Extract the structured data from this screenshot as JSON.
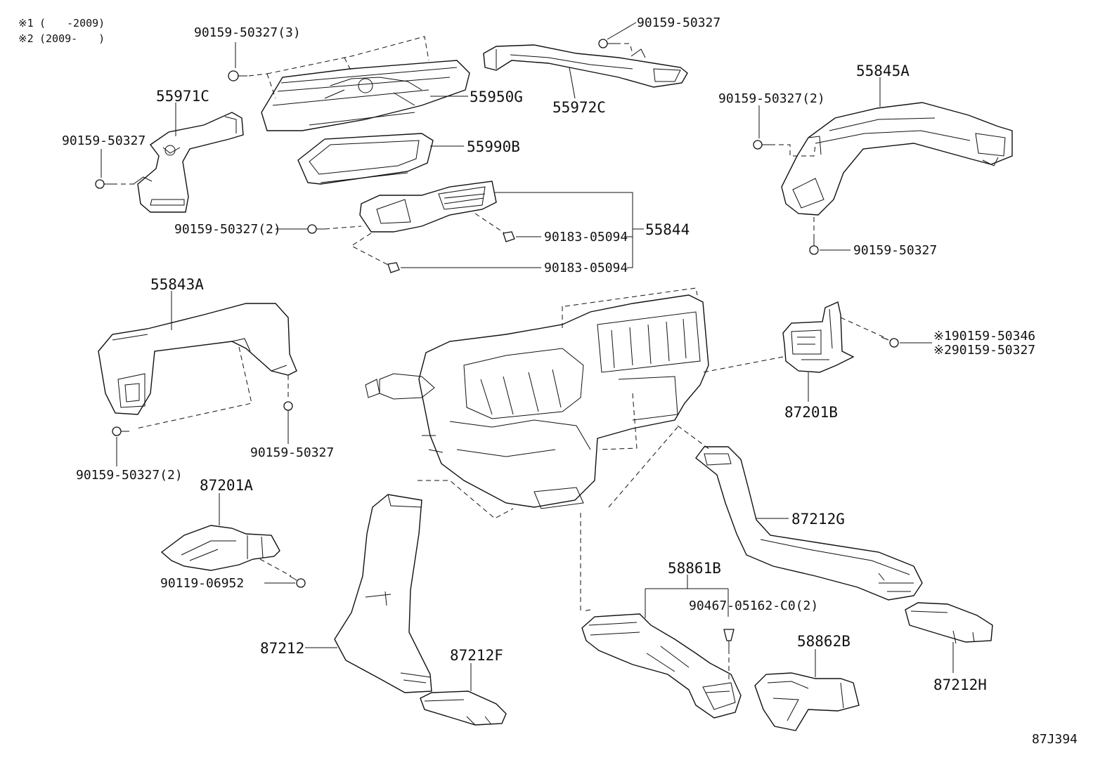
{
  "notes": {
    "n1_mark": "※1",
    "n1_range": "(　　-2009)",
    "n2_mark": "※2",
    "n2_range": "(2009-　　)"
  },
  "labels": {
    "p55971C": "55971C",
    "p55950G": "55950G",
    "p55972C": "55972C",
    "p55990B": "55990B",
    "p55845A": "55845A",
    "p55844": "55844",
    "p55843A": "55843A",
    "p87201A": "87201A",
    "p87201B": "87201B",
    "p87212": "87212",
    "p87212F": "87212F",
    "p87212G": "87212G",
    "p87212H": "87212H",
    "p58861B": "58861B",
    "p58862B": "58862B",
    "b_top3": "90159-50327(3)",
    "b_topright": "90159-50327",
    "b_left": "90159-50327",
    "b_mid2": "90159-50327(2)",
    "b_right2": "90159-50327(2)",
    "b_right_lower": "90159-50327",
    "b_nut1": "90183-05094",
    "b_nut2": "90183-05094",
    "b_843a_r": "90159-50327",
    "b_843a_l": "90159-50327(2)",
    "b_201a": "90119-06952",
    "b_201b_1": "※190159-50346",
    "b_201b_2": "※290159-50327",
    "b_clip": "90467-05162-C0(2)",
    "diagram_id": "87J394"
  }
}
